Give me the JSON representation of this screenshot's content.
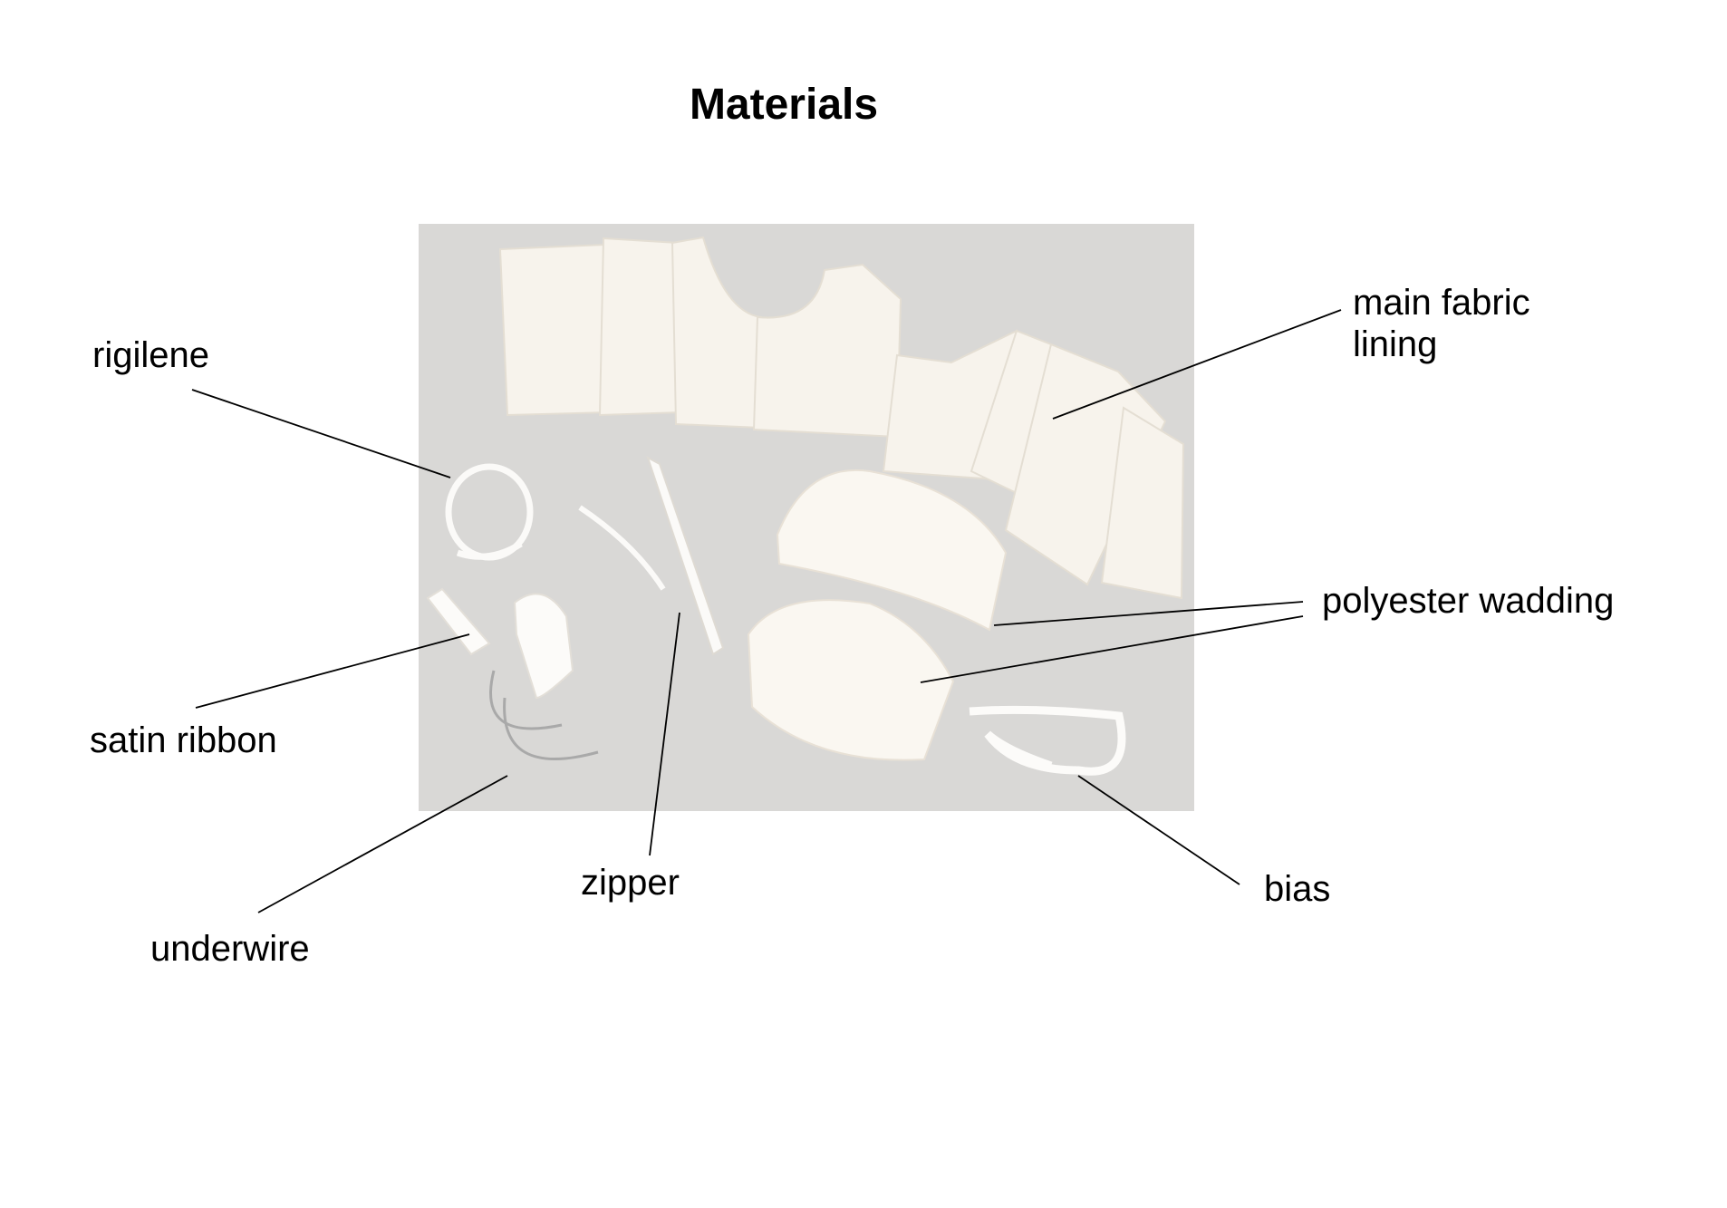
{
  "title": "Materials",
  "labels": {
    "rigilene": "rigilene",
    "satin_ribbon": "satin ribbon",
    "underwire": "underwire",
    "zipper": "zipper",
    "main_fabric": "main fabric",
    "lining": "lining",
    "polyester_wadding": "polyester wadding",
    "bias": "bias"
  },
  "colors": {
    "background": "#ffffff",
    "photo_background": "#d9d8d6",
    "fabric": "#f7f3ec",
    "leader_line": "#000000"
  }
}
